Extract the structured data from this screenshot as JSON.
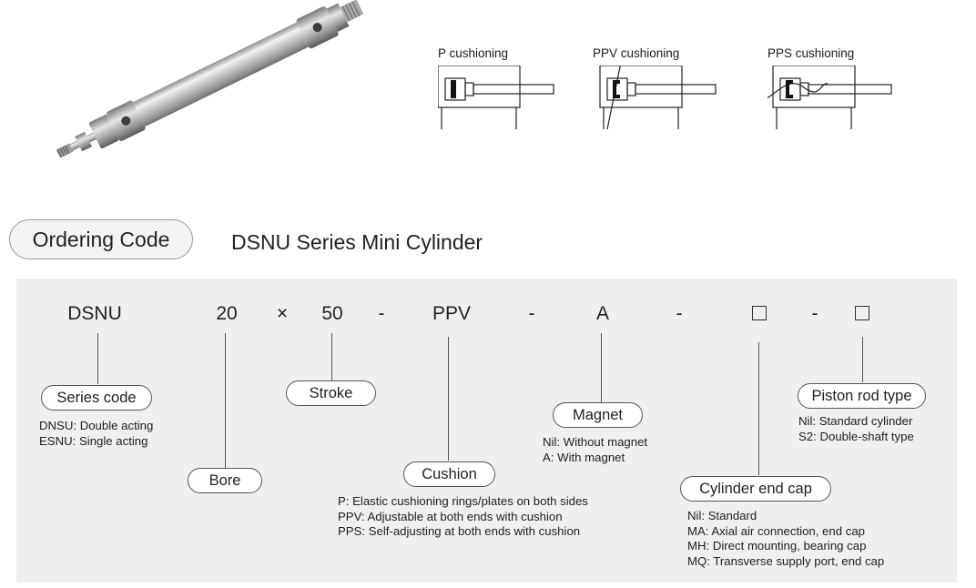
{
  "cushioning_diagrams": [
    {
      "label": "P cushioning"
    },
    {
      "label": "PPV cushioning"
    },
    {
      "label": "PPS cushioning"
    }
  ],
  "ordering_code_label": "Ordering Code",
  "series_title": "DSNU Series Mini Cylinder",
  "code_parts": {
    "series": "DSNU",
    "bore": "20",
    "times": "×",
    "stroke": "50",
    "dash1": "-",
    "cushion": "PPV",
    "dash2": "-",
    "magnet": "A",
    "dash3": "-",
    "dash4": "-"
  },
  "fields": {
    "series_code": {
      "label": "Series code",
      "lines": [
        "DNSU: Double acting",
        "ESNU: Single acting"
      ]
    },
    "bore": {
      "label": "Bore"
    },
    "stroke": {
      "label": "Stroke"
    },
    "cushion": {
      "label": "Cushion",
      "lines": [
        "P: Elastic cushioning rings/plates on both sides",
        "PPV: Adjustable at both ends with cushion",
        "PPS: Self-adjusting at both ends with cushion"
      ]
    },
    "magnet": {
      "label": "Magnet",
      "lines": [
        "Nil: Without magnet",
        "A: With magnet"
      ]
    },
    "end_cap": {
      "label": "Cylinder end cap",
      "lines": [
        "Nil: Standard",
        "MA: Axial air connection, end cap",
        "MH: Direct mounting, bearing cap",
        "MQ: Transverse supply port, end cap"
      ]
    },
    "piston_rod": {
      "label": "Piston rod type",
      "lines": [
        "Nil: Standard cylinder",
        "S2: Double-shaft type"
      ]
    }
  }
}
